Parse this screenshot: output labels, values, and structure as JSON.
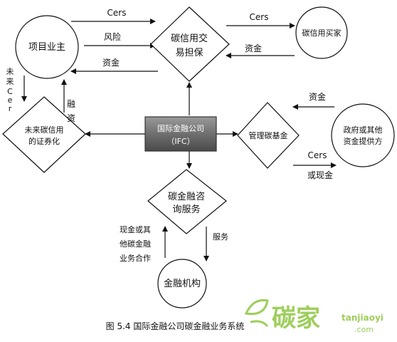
{
  "nodes": {
    "project_owner": "项目业主",
    "trade_guarantee": [
      "碳信用交",
      "易担保"
    ],
    "buyer": "碳信用买家",
    "future_securitization": [
      "未来碳信用",
      "的证券化"
    ],
    "ifc": [
      "国际金融公司",
      "（IFC）"
    ],
    "fund_mgmt": "管理碳基金",
    "gov_fund": [
      "政府或其他",
      "资金提供方"
    ],
    "consulting": [
      "碳金融咨",
      "询服务"
    ],
    "institution": "金融机构"
  },
  "edges": {
    "owner_to_guarantee_cers": "Cers",
    "owner_to_guarantee_risk": "风险",
    "guarantee_to_owner_funds": "资金",
    "guarantee_to_buyer_cers": "Cers",
    "buyer_to_guarantee_funds": "资金",
    "owner_to_securitization": [
      "未",
      "来",
      "C",
      "e",
      "r"
    ],
    "securitization_to_owner": [
      "融",
      "资"
    ],
    "gov_to_fund_funds": "资金",
    "fund_to_gov_cers": "Cers",
    "fund_to_gov_cash": "或现金",
    "institution_to_consulting": [
      "现金或其",
      "他碳金融",
      "业务合作"
    ],
    "consulting_to_institution": "服务"
  },
  "caption": "图 5.4 国际金融公司碳金融业务系统",
  "watermark": {
    "brand": "碳家",
    "site": "tanjiaoyi",
    "tld": ".com",
    "color": "#8cc63f"
  }
}
